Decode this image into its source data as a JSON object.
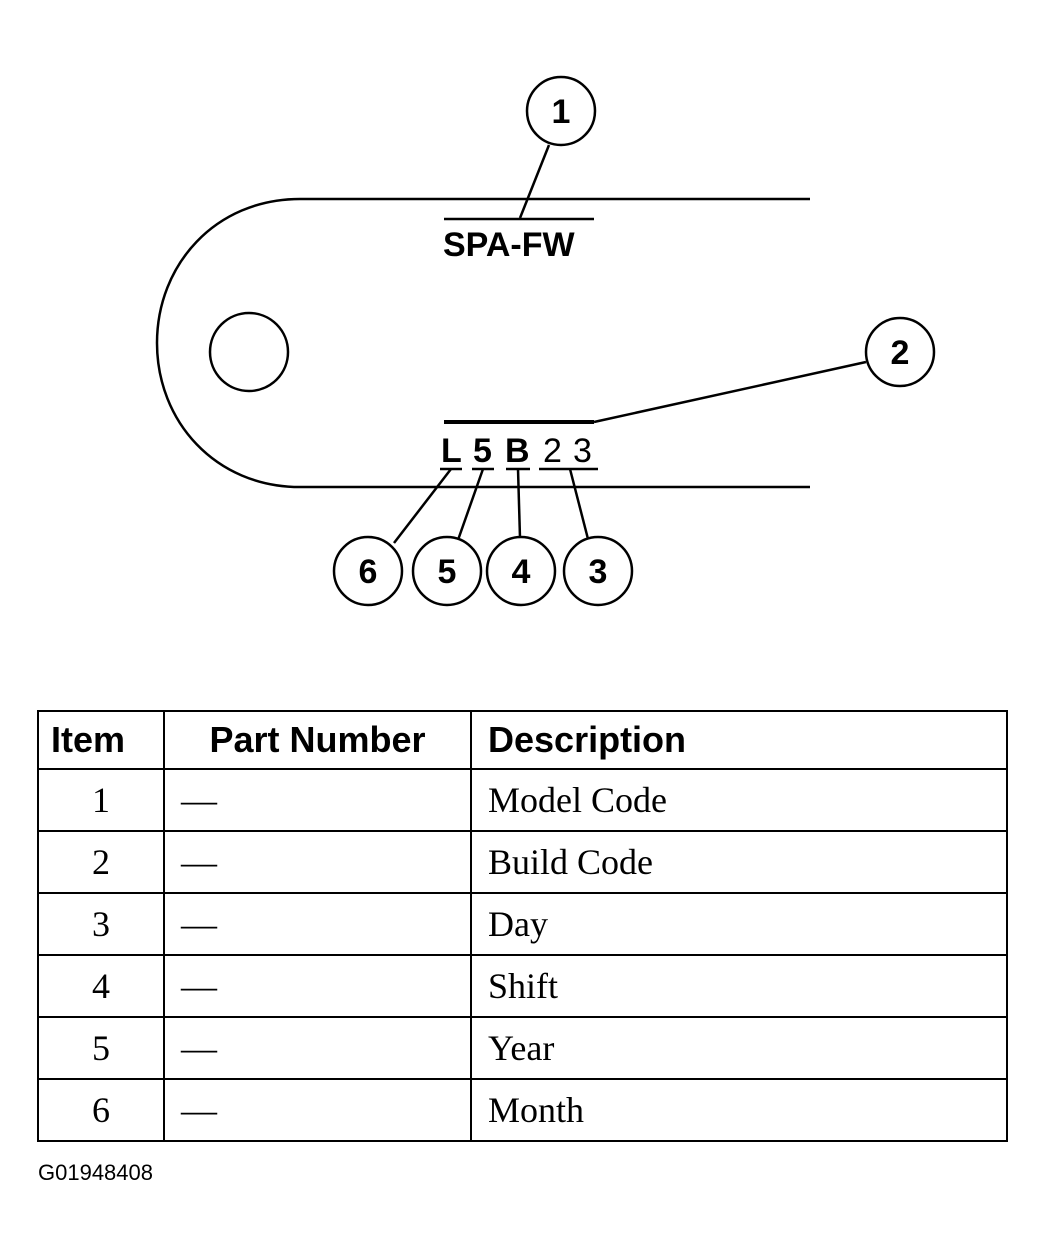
{
  "diagram": {
    "model_code_label": "SPA-FW",
    "build_code_chars": [
      "L",
      "5",
      "B",
      "2",
      "3"
    ],
    "callouts": [
      "1",
      "2",
      "3",
      "4",
      "5",
      "6"
    ]
  },
  "table": {
    "headers": {
      "item": "Item",
      "part_number": "Part Number",
      "description": "Description"
    },
    "rows": [
      {
        "item": "1",
        "part_number": "—",
        "description": "Model Code"
      },
      {
        "item": "2",
        "part_number": "—",
        "description": "Build Code"
      },
      {
        "item": "3",
        "part_number": "—",
        "description": "Day"
      },
      {
        "item": "4",
        "part_number": "—",
        "description": "Shift"
      },
      {
        "item": "5",
        "part_number": "—",
        "description": "Year"
      },
      {
        "item": "6",
        "part_number": "—",
        "description": "Month"
      }
    ]
  },
  "figure_id": "G01948408"
}
